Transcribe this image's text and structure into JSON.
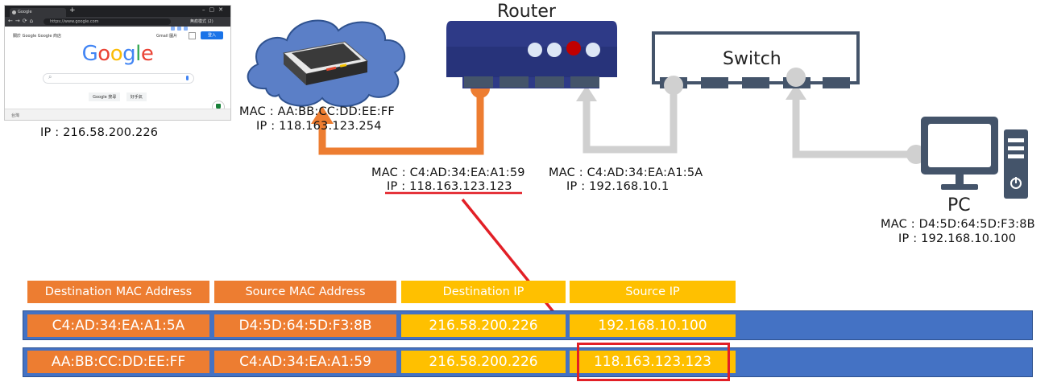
{
  "colors": {
    "orange": "#ed7d31",
    "gold": "#ffc000",
    "blue_band": "#4472c4",
    "red": "#e21f26",
    "device_navy": "#44546a",
    "router_body": "#2e3a87",
    "cloud_blue": "#4472c4",
    "path_gray": "#d0d0d0"
  },
  "browser": {
    "tab_title": "Google",
    "url": "https://www.google.com",
    "top_left_links": "關於 Google   Google 商店",
    "top_right_links": "Gmail   圖片",
    "signin_label": "登入",
    "logo_text": "Google",
    "search_button": "Google 搜尋",
    "lucky_button": "好手氣",
    "footer_region": "台灣",
    "profile_label": "無痕模式 (2)"
  },
  "server": {
    "ip": "IP : 216.58.200.226"
  },
  "cloud": {
    "mac": "MAC : AA:BB:CC:DD:EE:FF",
    "ip": "IP : 118.163.123.254"
  },
  "router": {
    "title": "Router",
    "wan_mac": "MAC : C4:AD:34:EA:A1:59",
    "wan_ip": "IP : 118.163.123.123",
    "lan_mac": "MAC : C4:AD:34:EA:A1:5A",
    "lan_ip": "IP : 192.168.10.1"
  },
  "switch": {
    "title": "Switch"
  },
  "pc": {
    "title": "PC",
    "mac": "MAC : D4:5D:64:5D:F3:8B",
    "ip": "IP : 192.168.10.100"
  },
  "table": {
    "headers": [
      "Destination MAC Address",
      "Source MAC Address",
      "Destination IP",
      "Source IP"
    ],
    "rows": [
      [
        "C4:AD:34:EA:A1:5A",
        "D4:5D:64:5D:F3:8B",
        "216.58.200.226",
        "192.168.10.100"
      ],
      [
        "AA:BB:CC:DD:EE:FF",
        "C4:AD:34:EA:A1:59",
        "216.58.200.226",
        "118.163.123.123"
      ]
    ]
  }
}
